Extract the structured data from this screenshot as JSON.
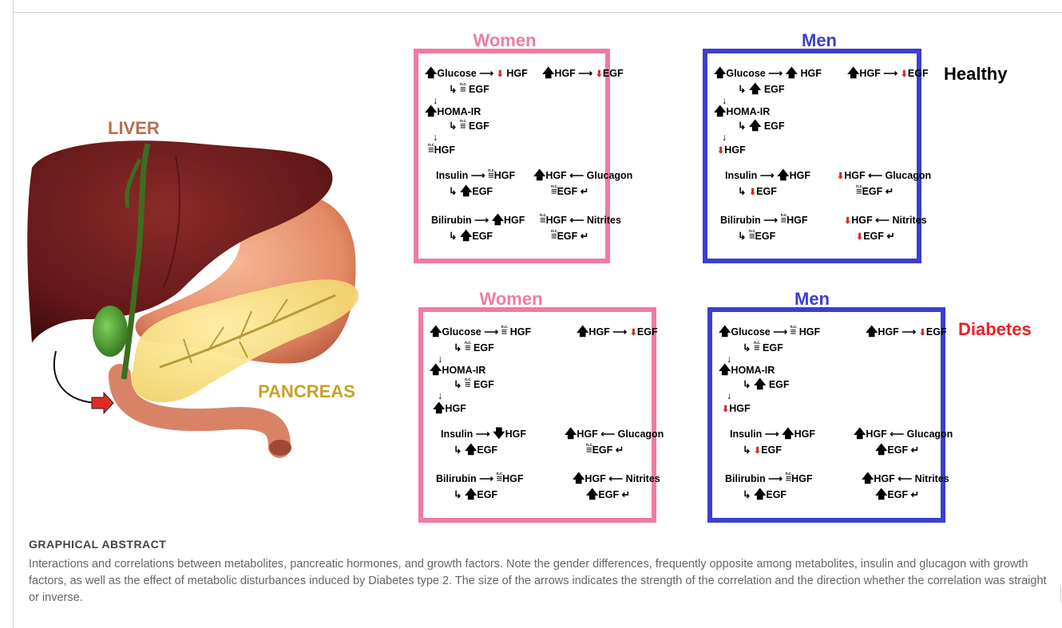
{
  "labels": {
    "liver": "LIVER",
    "pancreas": "PANCREAS"
  },
  "columns": {
    "women": "Women",
    "men": "Men"
  },
  "rows": {
    "healthy": "Healthy",
    "diabetes": "Diabetes"
  },
  "colors": {
    "women": "#f07aa6",
    "men": "#3b3fcb",
    "healthy": "#000000",
    "diabetes": "#e8202a",
    "arrow_red": "#d22a2a",
    "arrow_black": "#000000",
    "liver": "#b86e4f",
    "pancreas": "#c9a128"
  },
  "panels": {
    "women_healthy": {
      "tl": [
        "up",
        "Glucose",
        "red",
        "HGF",
        "nc",
        "EGF"
      ],
      "hi": "HOMA-IR",
      "hi_egf": "nc",
      "hi_hgf": "nc",
      "tr": [
        "up",
        "HGF",
        "red",
        "EGF"
      ],
      "ins": [
        "nc",
        "up"
      ],
      "glu": [
        "up",
        "nc"
      ],
      "bili": [
        "up",
        "up"
      ],
      "nit": [
        "nc",
        "nc"
      ]
    },
    "men_healthy": {
      "tl": [
        "up",
        "Glucose",
        "up",
        "HGF",
        "up",
        "EGF"
      ],
      "hi": "HOMA-IR",
      "hi_egf": "up",
      "hi_hgf": "red",
      "tr": [
        "up",
        "HGF",
        "red",
        "EGF"
      ],
      "ins": [
        "up",
        "red"
      ],
      "glu": [
        "red",
        "nc"
      ],
      "bili": [
        "nc",
        "nc"
      ],
      "nit": [
        "red",
        "red"
      ]
    },
    "women_diabetes": {
      "tl": [
        "up",
        "Glucose",
        "nc",
        "HGF",
        "nc",
        "EGF"
      ],
      "hi": "HOMA-IR",
      "hi_egf": "nc",
      "hi_hgf": "up",
      "tr": [
        "up",
        "HGF",
        "red",
        "EGF"
      ],
      "ins": [
        "down",
        "up"
      ],
      "glu": [
        "up",
        "nc"
      ],
      "bili": [
        "nc",
        "up"
      ],
      "nit": [
        "up",
        "up"
      ]
    },
    "men_diabetes": {
      "tl": [
        "up",
        "Glucose",
        "nc",
        "HGF",
        "nc",
        "EGF"
      ],
      "hi": "HOMA-IR",
      "hi_egf": "up",
      "hi_hgf": "red",
      "tr": [
        "up",
        "HGF",
        "red",
        "EGF"
      ],
      "ins": [
        "up",
        "red"
      ],
      "glu": [
        "up",
        "up"
      ],
      "bili": [
        "nc",
        "up"
      ],
      "nit": [
        "up",
        "up"
      ]
    }
  },
  "terms": {
    "glucose": "Glucose",
    "hgf": "HGF",
    "egf": "EGF",
    "homa": "HOMA-IR",
    "insulin": "Insulin",
    "glucagon": "Glucagon",
    "bilirubin": "Bilirubin",
    "nitrites": "Nitrites",
    "nc": "n.c."
  },
  "caption": {
    "heading": "GRAPHICAL ABSTRACT",
    "body": "Interactions and correlations between metabolites, pancreatic hormones, and growth factors. Note the gender differences, frequently opposite among metabolites, insulin and glucagon with growth factors, as well as the effect of metabolic disturbances induced by Diabetes type 2. The size of the arrows indicates the strength of the correlation and the direction whether the correlation was straight or inverse."
  }
}
